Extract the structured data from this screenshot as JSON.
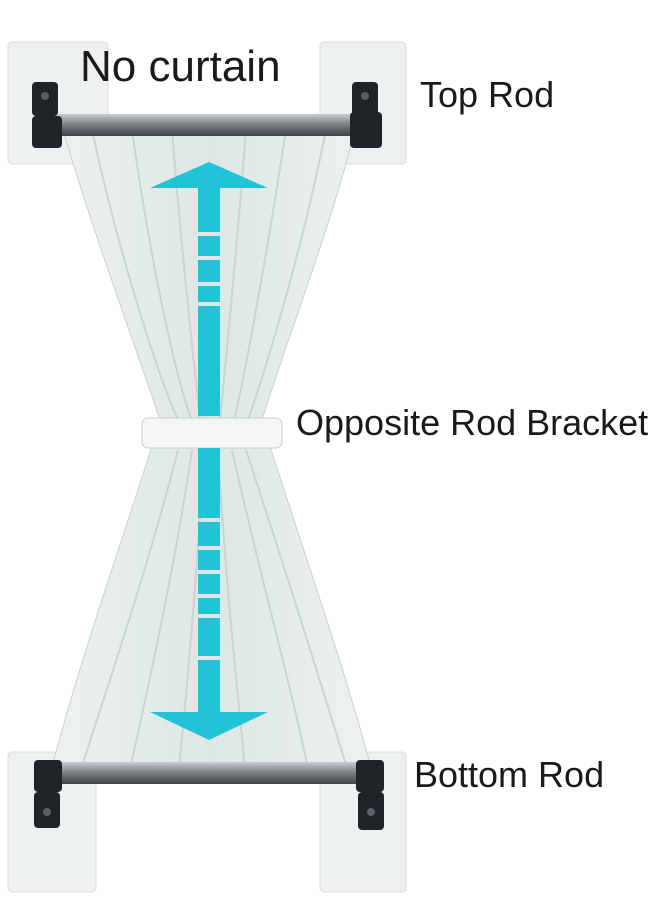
{
  "labels": {
    "no_curtain": "No curtain",
    "top_rod": "Top Rod",
    "bracket": "Opposite Rod Bracket",
    "bottom_rod": "Bottom Rod"
  },
  "colors": {
    "arrow": "#22c3d6",
    "curtain": "#dfe8e6",
    "rod": "#8a8f93",
    "bracket": "#1f2428",
    "pad": "#eef1f2"
  },
  "icons": {
    "arrow": "double-headed-vertical-arrow-icon",
    "bracket": "rod-bracket-icon"
  }
}
